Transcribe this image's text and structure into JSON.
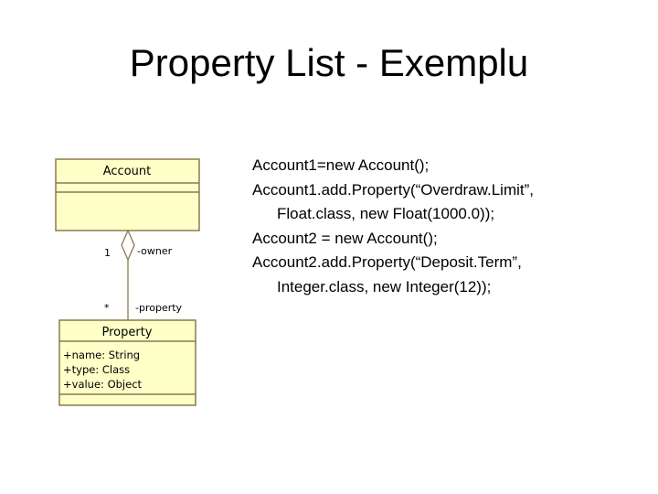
{
  "title": "Property List - Exemplu",
  "diagram": {
    "class_account": {
      "name": "Account"
    },
    "class_property": {
      "name": "Property",
      "attributes": [
        "+name: String",
        "+type: Class",
        "+value: Object"
      ]
    },
    "association": {
      "owner_multiplicity": "1",
      "owner_role": "-owner",
      "property_multiplicity": "*",
      "property_role": "-property"
    },
    "colors": {
      "class_fill": "#ffffc8",
      "stroke": "#8c7850"
    }
  },
  "code_lines": [
    "Account1=new Account();",
    "Account1.add.Property(“Overdraw.Limit”,",
    "Float.class, new Float(1000.0));",
    "Account2 = new Account();",
    "Account2.add.Property(“Deposit.Term”,",
    "Integer.class, new Integer(12));"
  ]
}
